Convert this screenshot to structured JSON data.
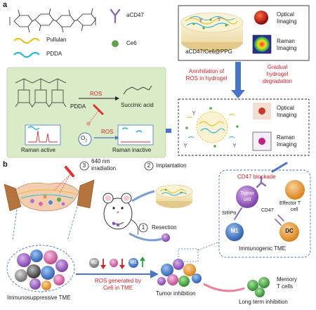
{
  "panel_a": {
    "label": "a",
    "legend": {
      "pullulan": "Pullulan",
      "pdda": "PDDA",
      "acd47": "aCD47",
      "ce6": "Ce6"
    },
    "hydrogel_label": "aCD47/Ce6@PPG",
    "imaging": {
      "optical_1": "Optical",
      "optical_2": "Imaging",
      "raman_1": "Raman",
      "raman_2": "Imaging"
    },
    "annihilation_1": "Annihilation of",
    "annihilation_2": "ROS in hydrogel",
    "degradation_1": "Gradual",
    "degradation_2": "hydrogel",
    "degradation_3": "degradation",
    "green_box": {
      "ros": "ROS",
      "pdda": "PDDA",
      "succinic": "Succinic acid",
      "o2": "O",
      "o2_sub": "2",
      "ros_small": "ROS",
      "raman_active": "Raman active",
      "raman_inactive": "Raman inactive"
    },
    "colors": {
      "pullulan": "#e8c020",
      "pdda": "#2ab5d8",
      "antibody": "#8a6bb5",
      "ce6": "#5aa845",
      "arrow": "#4a74c8",
      "green_box": "#d9ecc7"
    }
  },
  "panel_b": {
    "label": "b",
    "step3_num": "3",
    "step3_text_1": "640 nm",
    "step3_text_2": "irradiation",
    "step2_num": "2",
    "step2_text": "Implantation",
    "step1_num": "1",
    "step1_text": "Resection",
    "cd47_blockade": "CD47 blockade",
    "tumor_cell_1": "Tumor",
    "tumor_cell_2": "cell",
    "sirpa": "SIRPα",
    "cd47": "CD47",
    "m1": "M1",
    "dc": "DC",
    "effector_1": "Effector T",
    "effector_2": "cell",
    "immunogenic_tme": "Immunogenic TME",
    "m2_small": "M2",
    "m1_small": "M1",
    "ros_generated_1": "ROS generated by",
    "ros_generated_2": "Ce6 in TME",
    "immunosuppressive_tme": "Immunosuppressive TME",
    "tumor_inhibition": "Tumor inhibition",
    "memory_1": "Memory",
    "memory_2": "T cells",
    "long_term": "Long term inhibition"
  }
}
